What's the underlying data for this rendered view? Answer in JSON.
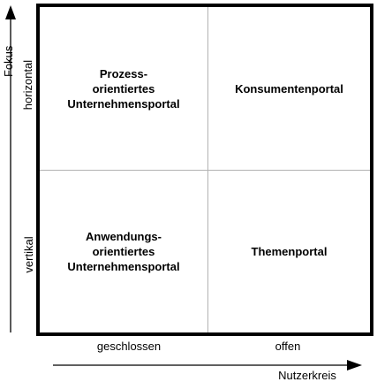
{
  "y_axis": {
    "title": "Fokus",
    "top_label": "horizontal",
    "bottom_label": "vertikal"
  },
  "x_axis": {
    "title": "Nutzerkreis",
    "left_label": "geschlossen",
    "right_label": "offen"
  },
  "quadrants": {
    "top_left": "Prozess-\norientiertes\nUnternehmensportal",
    "top_right": "Konsumentenportal",
    "bottom_left": "Anwendungs-\norientiertes\nUnternehmensportal",
    "bottom_right": "Themenportal"
  },
  "colors": {
    "frame": "#000000",
    "divider": "#b3b3b3",
    "arrow": "#000000"
  }
}
